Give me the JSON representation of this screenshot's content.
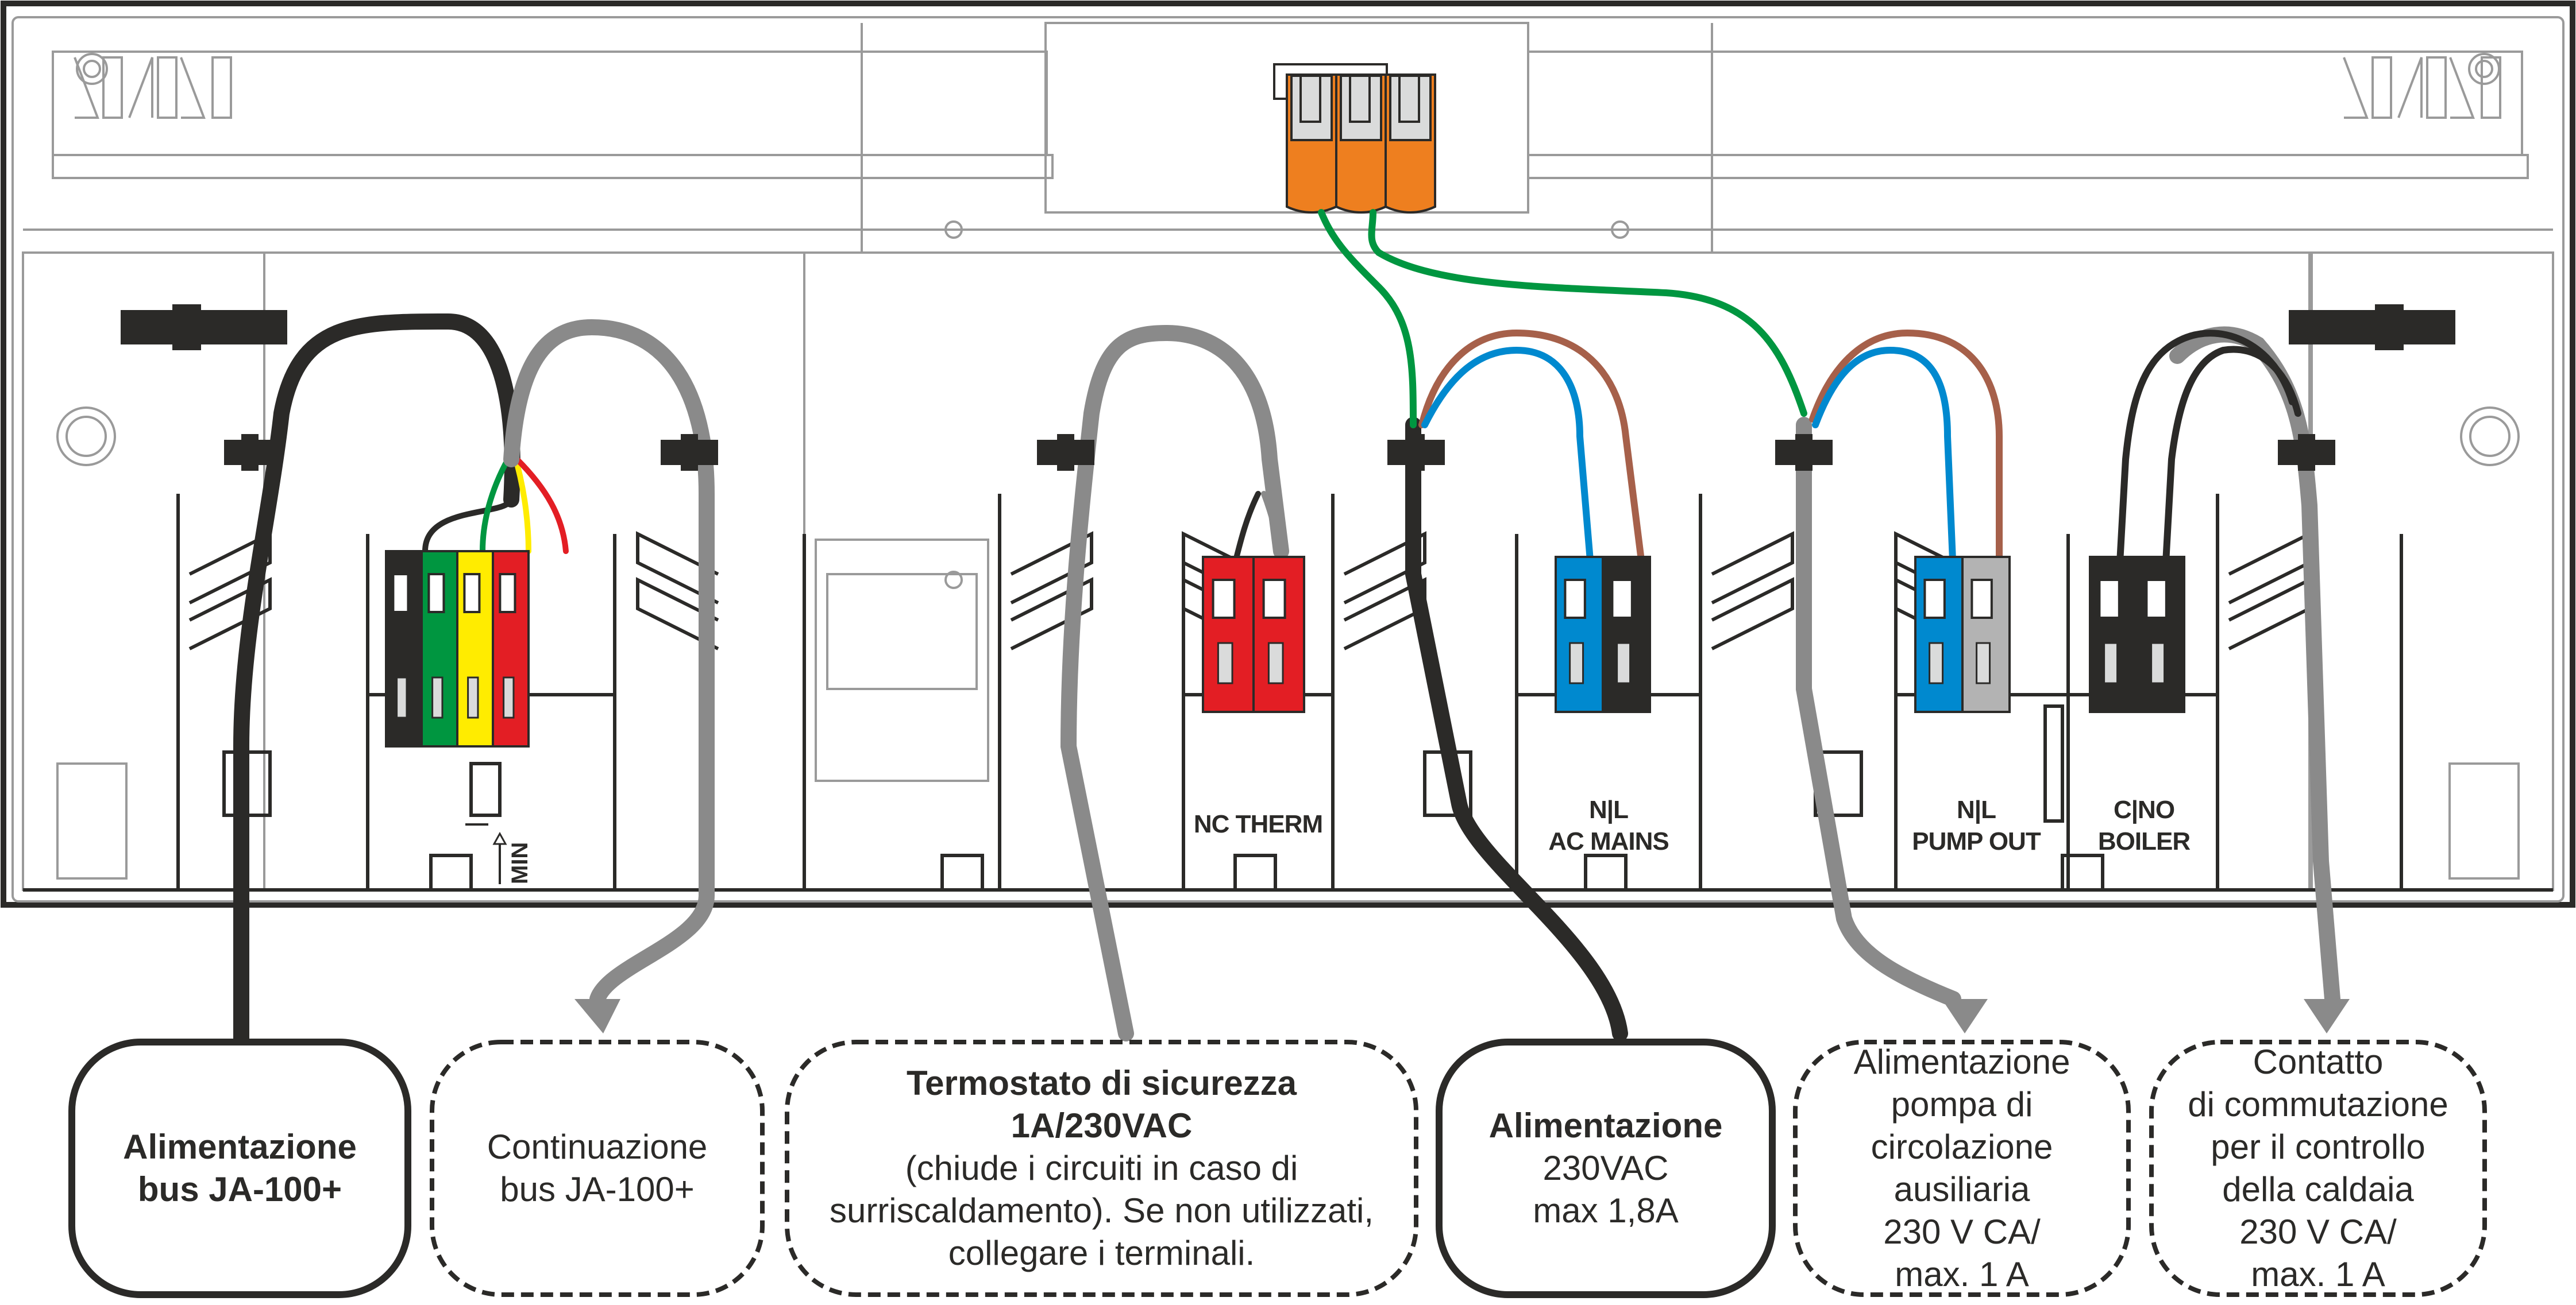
{
  "colors": {
    "outline_dark": "#2b2a28",
    "outline_light": "#9a9a9a",
    "wire_black": "#2b2a28",
    "wire_gray": "#8a8a8a",
    "wire_green": "#009640",
    "wire_brown": "#a6604a",
    "wire_blue": "#0089cf",
    "wire_yellow": "#ffec00",
    "wire_red": "#e31e24",
    "term_orange": "#ee7f1f",
    "term_lightgray": "#b3b3b3",
    "lever_gray": "#dadbdb"
  },
  "wago_connector": {
    "poles": 3,
    "color": "orange"
  },
  "terminals": [
    {
      "id": "bus",
      "label_line1": "",
      "label_line2": "",
      "poles": [
        "black",
        "green",
        "yellow",
        "red"
      ],
      "extra_label": "MIN"
    },
    {
      "id": "nc-therm",
      "label_line1": "",
      "label_line2": "NC THERM",
      "poles": [
        "red",
        "red"
      ]
    },
    {
      "id": "ac-mains",
      "label_line1": "N|L",
      "label_line2": "AC MAINS",
      "poles": [
        "blue",
        "black"
      ]
    },
    {
      "id": "pump-out",
      "label_line1": "N|L",
      "label_line2": "PUMP OUT",
      "poles": [
        "blue",
        "lightgray"
      ]
    },
    {
      "id": "boiler",
      "label_line1": "C|NO",
      "label_line2": "BOILER",
      "poles": [
        "black",
        "black"
      ]
    }
  ],
  "callouts": [
    {
      "id": "bus-power",
      "style": "solid",
      "lines": [
        {
          "text": "Alimentazione",
          "bold": true
        },
        {
          "text": "bus JA-100+",
          "bold": true
        }
      ]
    },
    {
      "id": "bus-continuation",
      "style": "dashed",
      "lines": [
        {
          "text": "Continuazione",
          "bold": false
        },
        {
          "text": "bus JA-100+",
          "bold": false
        }
      ]
    },
    {
      "id": "safety-thermostat",
      "style": "dashed",
      "lines": [
        {
          "text": "Termostato di sicurezza",
          "bold": true
        },
        {
          "text": "1A/230VAC",
          "bold": true
        },
        {
          "text": "(chiude i circuiti in caso di",
          "bold": false
        },
        {
          "text": "surriscaldamento). Se non utilizzati,",
          "bold": false
        },
        {
          "text": "collegare i terminali.",
          "bold": false
        }
      ]
    },
    {
      "id": "mains-power",
      "style": "solid",
      "lines": [
        {
          "text": "Alimentazione",
          "bold": true
        },
        {
          "text": "230VAC",
          "bold": false
        },
        {
          "text": "max 1,8A",
          "bold": false
        }
      ]
    },
    {
      "id": "pump-power",
      "style": "dashed",
      "lines": [
        {
          "text": "Alimentazione",
          "bold": false
        },
        {
          "text": "pompa di",
          "bold": false
        },
        {
          "text": "circolazione",
          "bold": false
        },
        {
          "text": "ausiliaria",
          "bold": false
        },
        {
          "text": "230 V CA/",
          "bold": false
        },
        {
          "text": "max. 1 A",
          "bold": false
        }
      ]
    },
    {
      "id": "boiler-contact",
      "style": "dashed",
      "lines": [
        {
          "text": "Contatto",
          "bold": false
        },
        {
          "text": "di commutazione",
          "bold": false
        },
        {
          "text": "per il controllo",
          "bold": false
        },
        {
          "text": "della caldaia",
          "bold": false
        },
        {
          "text": "230 V CA/",
          "bold": false
        },
        {
          "text": "max. 1 A",
          "bold": false
        }
      ]
    }
  ]
}
